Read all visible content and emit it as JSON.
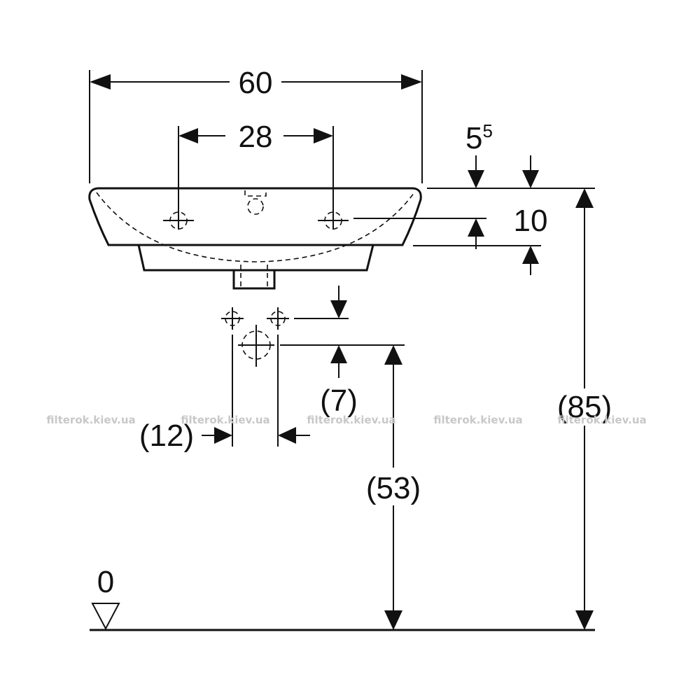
{
  "dimensions": {
    "overall_width": "60",
    "tap_hole_spacing": "28",
    "rim_thickness_base": "5",
    "rim_thickness_sup": "5",
    "bowl_height": "10",
    "supply_offset": "(7)",
    "supply_spacing": "(12)",
    "drain_height": "(53)",
    "overall_height": "(85)",
    "floor_level": "0"
  },
  "watermark": {
    "text": "filterok.kiev.ua"
  },
  "colors": {
    "ink": "#111111",
    "watermark": "#c8c8c8",
    "background": "#ffffff"
  }
}
